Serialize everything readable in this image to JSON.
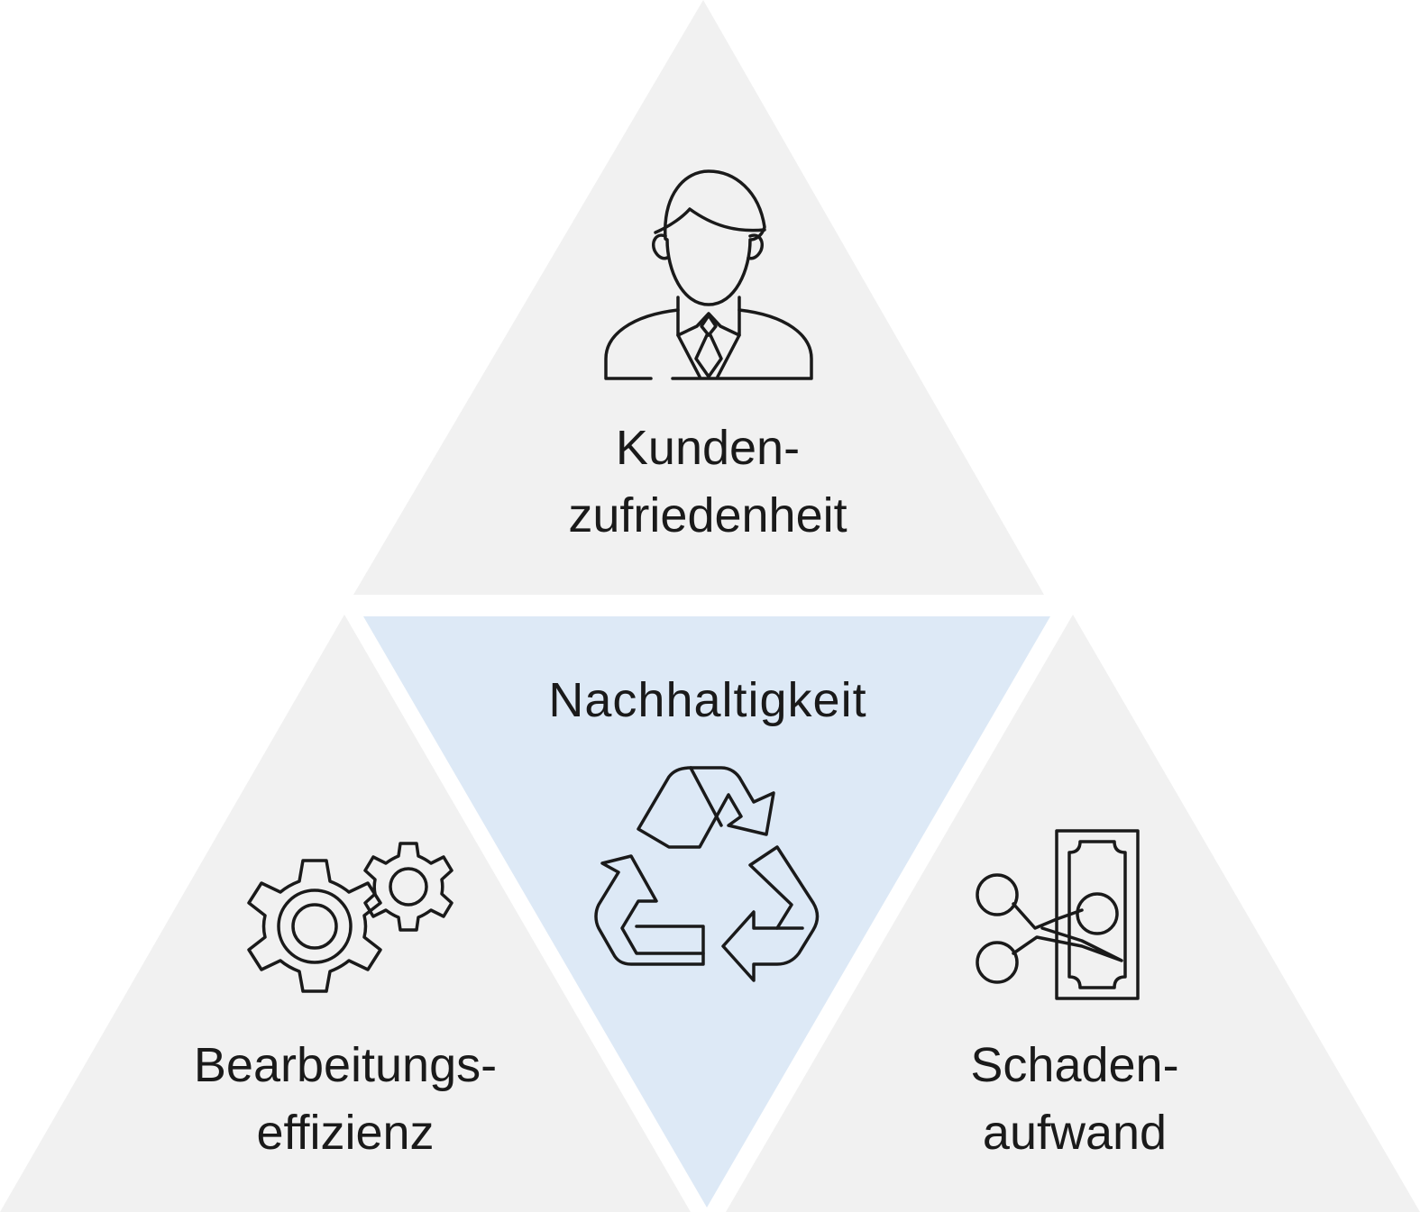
{
  "colors": {
    "outer_triangle_fill": "#f1f1f1",
    "center_triangle_fill": "#dde9f6",
    "background": "#ffffff",
    "text": "#1a1a1a"
  },
  "segments": {
    "top": {
      "line1": "Kunden-",
      "line2": "zufriedenheit",
      "icon": "businessman-icon"
    },
    "center": {
      "label": "Nachhaltigkeit",
      "icon": "recycle-icon"
    },
    "left": {
      "line1": "Bearbeitungs-",
      "line2": "effizienz",
      "icon": "gears-icon"
    },
    "right": {
      "line1": "Schaden-",
      "line2": "aufwand",
      "icon": "scissors-cutting-banknote-icon"
    }
  }
}
